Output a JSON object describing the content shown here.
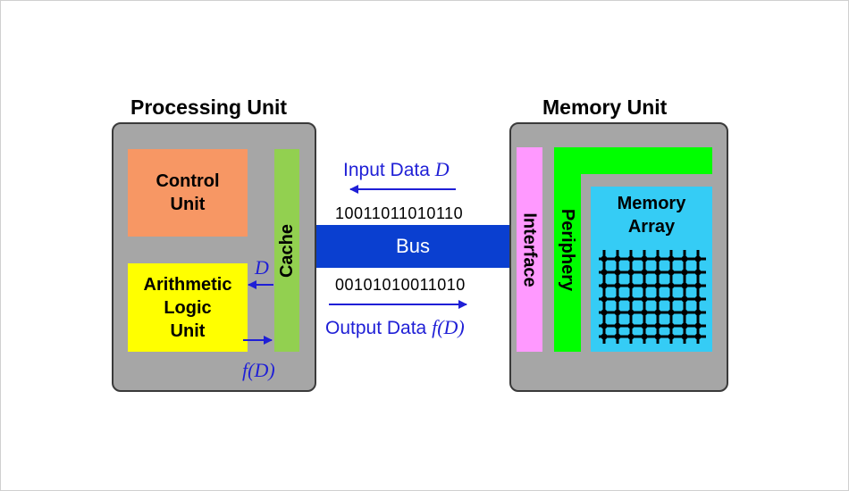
{
  "processing_unit": {
    "title": "Processing Unit",
    "control_unit": [
      "Control",
      "Unit"
    ],
    "alu": [
      "Arithmetic",
      "Logic",
      "Unit"
    ],
    "cache": "Cache",
    "input_symbol": "D",
    "output_symbol": "f(D)"
  },
  "memory_unit": {
    "title": "Memory Unit",
    "interface": "Interface",
    "periphery": "Periphery",
    "array": [
      "Memory",
      "Array"
    ]
  },
  "bus": {
    "label": "Bus",
    "input_text": "Input Data",
    "input_symbol": "D",
    "input_bits": "10011011010110",
    "output_text": "Output Data",
    "output_symbol": "f(D)",
    "output_bits": "00101010011010"
  },
  "colors": {
    "unit_bg": "#a6a6a6",
    "control": "#f79764",
    "alu": "#ffff00",
    "cache": "#92d050",
    "bus": "#0a3fd0",
    "interface": "#ff99ff",
    "periphery": "#00ff00",
    "array": "#35ccf5",
    "arrow": "#1f1fd6"
  }
}
